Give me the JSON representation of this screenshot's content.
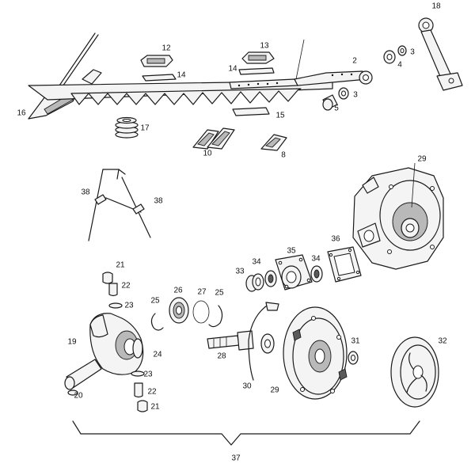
{
  "callouts": {
    "c2": "2",
    "c3a": "3",
    "c3b": "3",
    "c4": "4",
    "c5": "5",
    "c8": "8",
    "c10": "10",
    "c12": "12",
    "c13": "13",
    "c14a": "14",
    "c14b": "14",
    "c15": "15",
    "c16": "16",
    "c17": "17",
    "c18": "18",
    "c19": "19",
    "c20": "20",
    "c21a": "21",
    "c21b": "21",
    "c22a": "22",
    "c22b": "22",
    "c23a": "23",
    "c23b": "23",
    "c24": "24",
    "c25a": "25",
    "c25b": "25",
    "c26": "26",
    "c27": "27",
    "c28": "28",
    "c29a": "29",
    "c29b": "29",
    "c30": "30",
    "c31": "31",
    "c32": "32",
    "c33": "33",
    "c34a": "34",
    "c34b": "34",
    "c35": "35",
    "c36": "36",
    "c37": "37",
    "c38a": "38",
    "c38b": "38"
  }
}
